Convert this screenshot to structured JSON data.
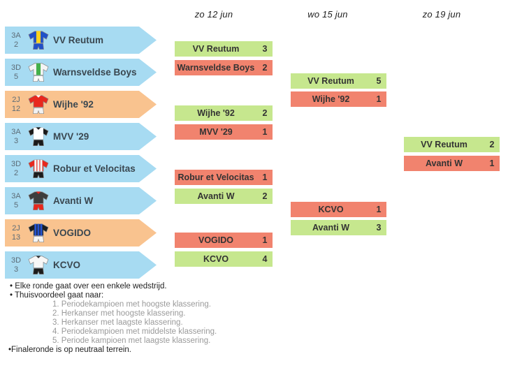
{
  "colors": {
    "win_green": "#c6e78e",
    "loss_red": "#f1836e",
    "banner_blue": "#a7dbf2",
    "banner_orange": "#f9c38f",
    "division_text": "#5c6c77",
    "team_text": "#3a4750",
    "note_muted": "#9a9a9a"
  },
  "round_headers": [
    {
      "label": "zo 12 jun"
    },
    {
      "label": "wo 15 jun"
    },
    {
      "label": "zo 19 jun"
    }
  ],
  "teams": [
    {
      "division": "3A",
      "rank": "2",
      "name": "VV Reutum",
      "banner": "blue",
      "kit": {
        "body": "#2050c8",
        "pattern": "panel",
        "pattern_color": "#ffd21e",
        "collar": "#ffd21e",
        "shorts": "#2050c8"
      }
    },
    {
      "division": "3D",
      "rank": "5",
      "name": "Warnsveldse Boys",
      "banner": "blue",
      "kit": {
        "body": "#f5f5f5",
        "pattern": "panel",
        "pattern_color": "#44b04a",
        "shorts": "#fbfbfb"
      }
    },
    {
      "division": "2J",
      "rank": "12",
      "name": "Wijhe '92",
      "banner": "orange",
      "kit": {
        "body": "#e8281e",
        "pattern": "none",
        "collar": "#ffffff",
        "shorts": "#f2f2f2"
      }
    },
    {
      "division": "3A",
      "rank": "3",
      "name": "MVV '29",
      "banner": "blue",
      "kit": {
        "body": "#ffffff",
        "sleeves": "#1a1a1a",
        "pattern": "none",
        "collar": "#1a1a1a",
        "shorts": "#1a1a1a"
      }
    },
    {
      "division": "3D",
      "rank": "2",
      "name": "Robur et Velocitas",
      "banner": "blue",
      "kit": {
        "body": "#e8281e",
        "pattern": "stripes",
        "pattern_color": "#f5f5f5",
        "shorts": "#1c1c1c"
      }
    },
    {
      "division": "3A",
      "rank": "5",
      "name": "Avanti W",
      "banner": "blue",
      "kit": {
        "body": "#3d3d3d",
        "pattern": "none",
        "collar": "#e8281e",
        "shorts": "#e8281e"
      }
    },
    {
      "division": "2J",
      "rank": "13",
      "name": "VOGIDO",
      "banner": "orange",
      "kit": {
        "body": "#1c1c1c",
        "pattern": "stripes",
        "pattern_color": "#2553d0",
        "shorts": "#f5f5f5"
      }
    },
    {
      "division": "3D",
      "rank": "3",
      "name": "KCVO",
      "banner": "blue",
      "kit": {
        "body": "#f7f7f7",
        "pattern": "none",
        "collar": "#333333",
        "shorts": "#1c1c1c"
      }
    }
  ],
  "results": {
    "round1": [
      {
        "team": "VV Reutum",
        "score": "3",
        "outcome": "win"
      },
      {
        "team": "Warnsveldse Boys",
        "score": "2",
        "outcome": "loss"
      },
      {
        "team": "Wijhe '92",
        "score": "2",
        "outcome": "win"
      },
      {
        "team": "MVV '29",
        "score": "1",
        "outcome": "loss"
      },
      {
        "team": "Robur et Velocitas",
        "score": "1",
        "outcome": "loss"
      },
      {
        "team": "Avanti W",
        "score": "2",
        "outcome": "win"
      },
      {
        "team": "VOGIDO",
        "score": "1",
        "outcome": "loss"
      },
      {
        "team": "KCVO",
        "score": "4",
        "outcome": "win"
      }
    ],
    "round2": [
      {
        "team": "VV Reutum",
        "score": "5",
        "outcome": "win"
      },
      {
        "team": "Wijhe '92",
        "score": "1",
        "outcome": "loss"
      },
      {
        "team": "KCVO",
        "score": "1",
        "outcome": "loss"
      },
      {
        "team": "Avanti W",
        "score": "3",
        "outcome": "win"
      }
    ],
    "round3": [
      {
        "team": "VV Reutum",
        "score": "2",
        "outcome": "win"
      },
      {
        "team": "Avanti W",
        "score": "1",
        "outcome": "loss"
      }
    ]
  },
  "notes": {
    "line1": "• Elke ronde gaat over een enkele wedstrijd.",
    "line2": "• Thuisvoordeel gaat naar:",
    "line3": "1. Periodekampioen met hoogste klassering.",
    "line4": "2. Herkanser met hoogste klassering.",
    "line5": "3. Herkanser met laagste klassering.",
    "line6": "4. Periodekampioen met middelste klassering.",
    "line7": "5. Periode kampioen met laagste klassering.",
    "line8": "•Finaleronde is op neutraal terrein."
  }
}
